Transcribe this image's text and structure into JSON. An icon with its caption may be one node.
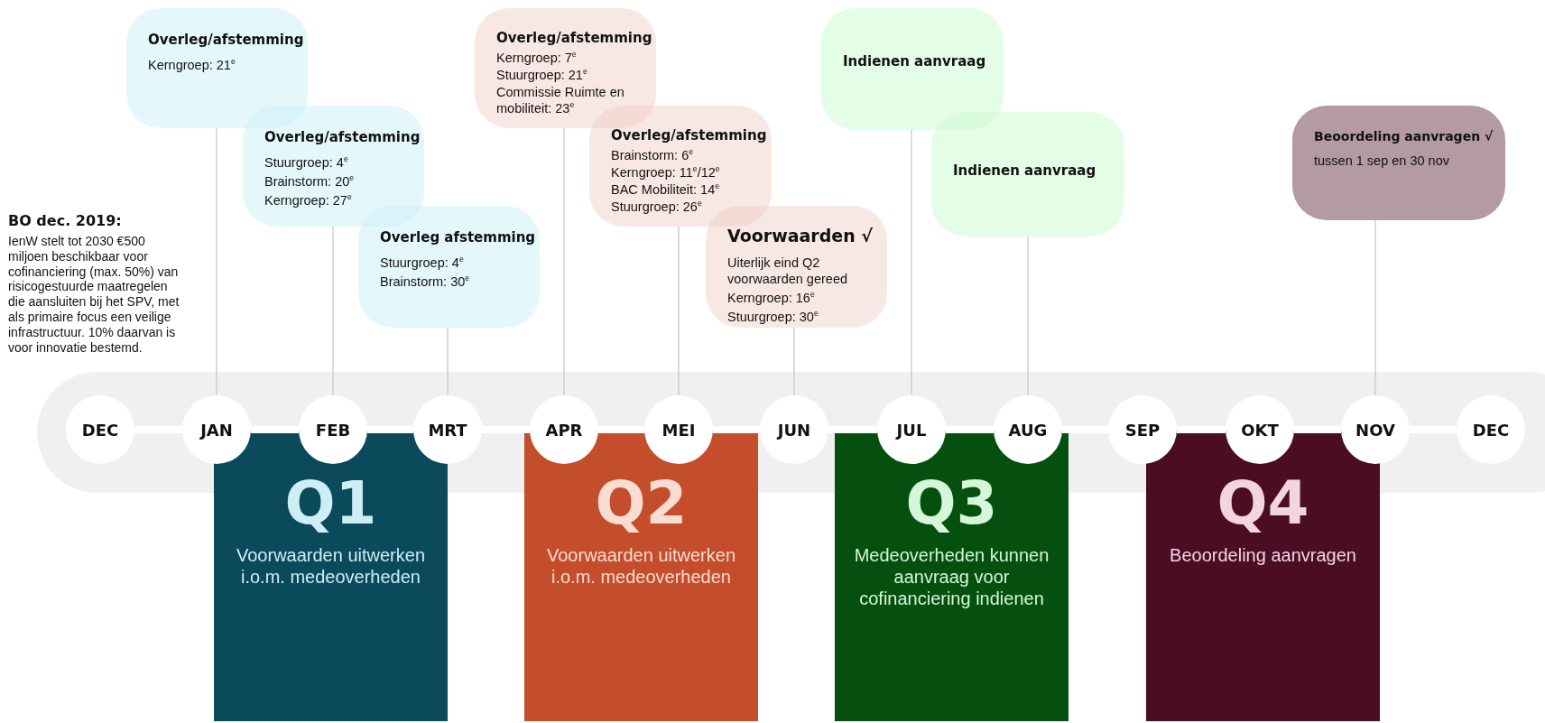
{
  "diagram": {
    "nodes": [
      {
        "text": [
          "Overleg/afstemming",
          "Kerngroep: 21$^{e}$"
        ]
      },
      {
        "text": [
          "Overleg/afstemming",
          "Stuurgroep: 4$^{e}$",
          "Brainstorm: 20$^{e}$",
          "Kerngroep: 27$^{e}$"
        ]
      },
      {
        "text": [
          "Overleg afstemming",
          "Stuurgroep: 4$^{e}$",
          "Brainstorm: 30$^{e}$"
        ]
      },
      {
        "text": [
          "Overleg/afstemming",
          "Kerngroep: 7$^{e}$",
          "Stuurgroep: 21$^{e}$",
          "Commissie Ruimte en mobiliteit: 23$^{e}$"
        ]
      },
      {
        "text": [
          "Overleg/afstemming",
          "Brainstorm: 6$^{e}$",
          "Kerngroep: 11$^{e}$/12$^{e}$",
          "BAC Mobiliteit: 14$^{e}$",
          "Stuurgroep: 26$^{e}$"
        ]
      },
      {
        "text": [
          "Voorwaarden √",
          "Uiterlijk eind Q2 voorwaarden gereed",
          "Kerngroep: 16$^{e}$",
          "Stuurgroep: 30$^{e}$"
        ]
      },
      {
        "text": [
          "Indienen aanvraag"
        ]
      },
      {
        "text": [
          "Indienen aanvraag"
        ]
      },
      {
        "text": [
          "Beoordeling aanvragen √",
          "tussen 1 sep en 30 nov"
        ]
      },
      {
        "text": [
          "DEC"
        ]
      },
      {
        "text": [
          "JAN"
        ]
      },
      {
        "text": [
          "FEB"
        ]
      },
      {
        "text": [
          "MRT"
        ]
      },
      {
        "text": [
          "APR"
        ]
      },
      {
        "text": [
          "MEI"
        ]
      },
      {
        "text": [
          "JUN"
        ]
      },
      {
        "text": [
          "JUL"
        ]
      },
      {
        "text": [
          "AUG"
        ]
      },
      {
        "text": [
          "SEP"
        ]
      },
      {
        "text": [
          "OKT"
        ]
      },
      {
        "text": [
          "NOV"
        ]
      },
      {
        "text": [
          "DEC"
        ]
      },
      {
        "text": [
          "Q1",
          "Voorwaarden uitwerken i.o.m. medeoverheden"
        ]
      },
      {
        "text": [
          "Q2",
          "Voorwaarden uitwerken i.o.m. medeoverheden"
        ]
      },
      {
        "text": [
          "Q3",
          "Medeoverheden kunnen aanvraag voor cofinanciering indienen"
        ]
      },
      {
        "text": [
          "Q4",
          "Beoordeling aanvragen"
        ]
      }
    ],
    "edges": [
      {
        "from": 0,
        "to": 10,
        "arrow": "none"
      },
      {
        "from": 1,
        "to": 11,
        "arrow": "none"
      },
      {
        "from": 2,
        "to": 12,
        "arrow": "none"
      },
      {
        "from": 3,
        "to": 13,
        "arrow": "none"
      },
      {
        "from": 4,
        "to": 14,
        "arrow": "none"
      },
      {
        "from": 5,
        "to": 15,
        "arrow": "none"
      },
      {
        "from": 6,
        "to": 16,
        "arrow": "none"
      },
      {
        "from": 7,
        "to": 17,
        "arrow": "none"
      },
      {
        "from": 8,
        "to": 20,
        "arrow": "none"
      },
      {
        "from": 9,
        "to": 10,
        "arrow": "none",
        "color": "#ffffff"
      },
      {
        "from": 10,
        "to": 11,
        "arrow": "none",
        "color": "#ffffff"
      },
      {
        "from": 11,
        "to": 12,
        "arrow": "none",
        "color": "#ffffff"
      },
      {
        "from": 12,
        "to": 13,
        "arrow": "none",
        "color": "#ffffff"
      },
      {
        "from": 13,
        "to": 14,
        "arrow": "none",
        "color": "#ffffff"
      },
      {
        "from": 14,
        "to": 15,
        "arrow": "none",
        "color": "#ffffff"
      },
      {
        "from": 15,
        "to": 16,
        "arrow": "none",
        "color": "#ffffff"
      },
      {
        "from": 16,
        "to": 17,
        "arrow": "none",
        "color": "#ffffff"
      },
      {
        "from": 17,
        "to": 18,
        "arrow": "none",
        "color": "#ffffff"
      },
      {
        "from": 18,
        "to": 19,
        "arrow": "none",
        "color": "#ffffff"
      },
      {
        "from": 19,
        "to": 20,
        "arrow": "none",
        "color": "#ffffff"
      },
      {
        "from": 20,
        "to": 21,
        "arrow": "none",
        "color": "#ffffff"
      }
    ],
    "labels": [
      "BO dec. 2019:",
      "IenW stelt tot 2030 €500 miljoen beschikbaar voor cofinanciering (max. 50%) van risicogestuurde maatregelen die aansluiten bij het SPV, met als primaire focus een veilige infrastructuur. 10% daarvan is voor innovatie bestemd."
    ]
  }
}
